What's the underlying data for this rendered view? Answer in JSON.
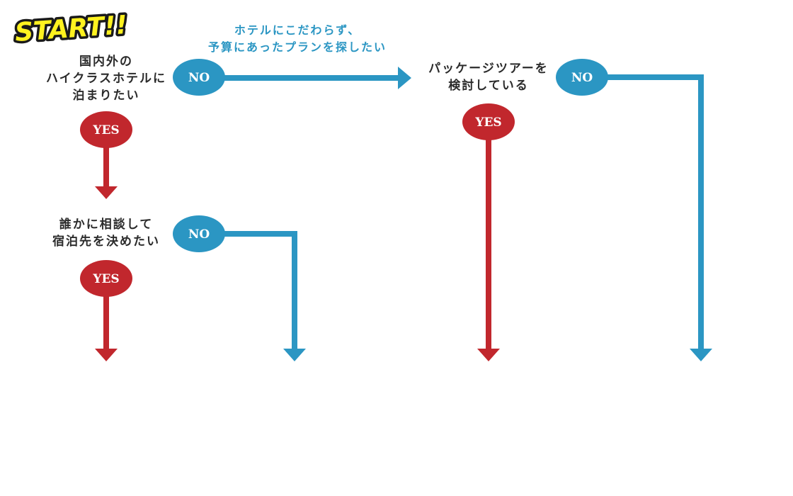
{
  "colors": {
    "yes": "#c1272d",
    "no": "#2b96c3",
    "text": "#2b2b2b",
    "start_fill": "#fff21f",
    "start_stroke": "#1a1a1a"
  },
  "start_label": "START!!",
  "questions": [
    {
      "lines": [
        "国内外の",
        "ハイクラスホテルに",
        "泊まりたい"
      ]
    },
    {
      "lines": [
        "パッケージツアーを",
        "検討している"
      ]
    },
    {
      "lines": [
        "誰かに相談して",
        "宿泊先を決めたい"
      ]
    }
  ],
  "no_note": {
    "lines": [
      "ホテルにこだわらず、",
      "予算にあったプランを探したい"
    ]
  },
  "yes_label": "YES",
  "no_label": "NO"
}
